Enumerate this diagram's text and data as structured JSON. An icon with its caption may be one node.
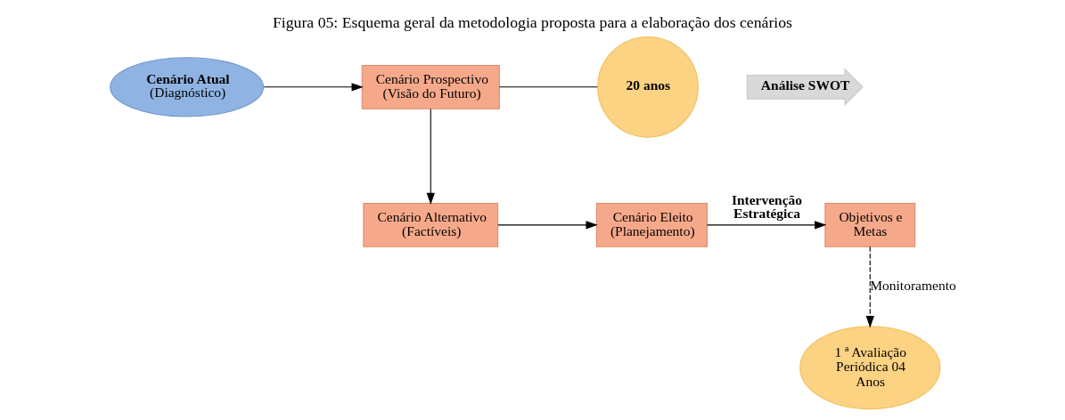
{
  "diagram": {
    "title": "Figura 05: Esquema geral da metodologia proposta para a elaboração dos cenários",
    "nodes": [
      {
        "text": [
          "Cenário Atual",
          "(Diagnóstico)"
        ]
      },
      {
        "text": [
          "Análise SWOT"
        ]
      },
      {
        "text": [
          "Cenário Prospectivo (Visão do Futuro)"
        ]
      },
      {
        "text": [
          "20 anos"
        ]
      },
      {
        "text": [
          "1 ª Avaliação Periódica 04 Anos"
        ]
      },
      {
        "text": [
          "Objetivos e Metas"
        ]
      },
      {
        "text": [
          "Cenário Eleito (Planejamento)"
        ]
      },
      {
        "text": [
          "Cenário Alternativo (Factíveis)"
        ]
      }
    ],
    "edges": [
      {
        "from": 0,
        "to": 2,
        "arrow": "to"
      },
      {
        "from": 2,
        "to": 3,
        "arrow": "none"
      },
      {
        "from": 2,
        "to": 7,
        "arrow": "to"
      },
      {
        "from": 7,
        "to": 6,
        "arrow": "to"
      },
      {
        "from": 6,
        "to": 5,
        "arrow": "to",
        "label": "Intervenção Estratégica"
      },
      {
        "from": 5,
        "to": 4,
        "arrow": "to",
        "label": "Monitoramento",
        "style": "dashed"
      }
    ]
  }
}
